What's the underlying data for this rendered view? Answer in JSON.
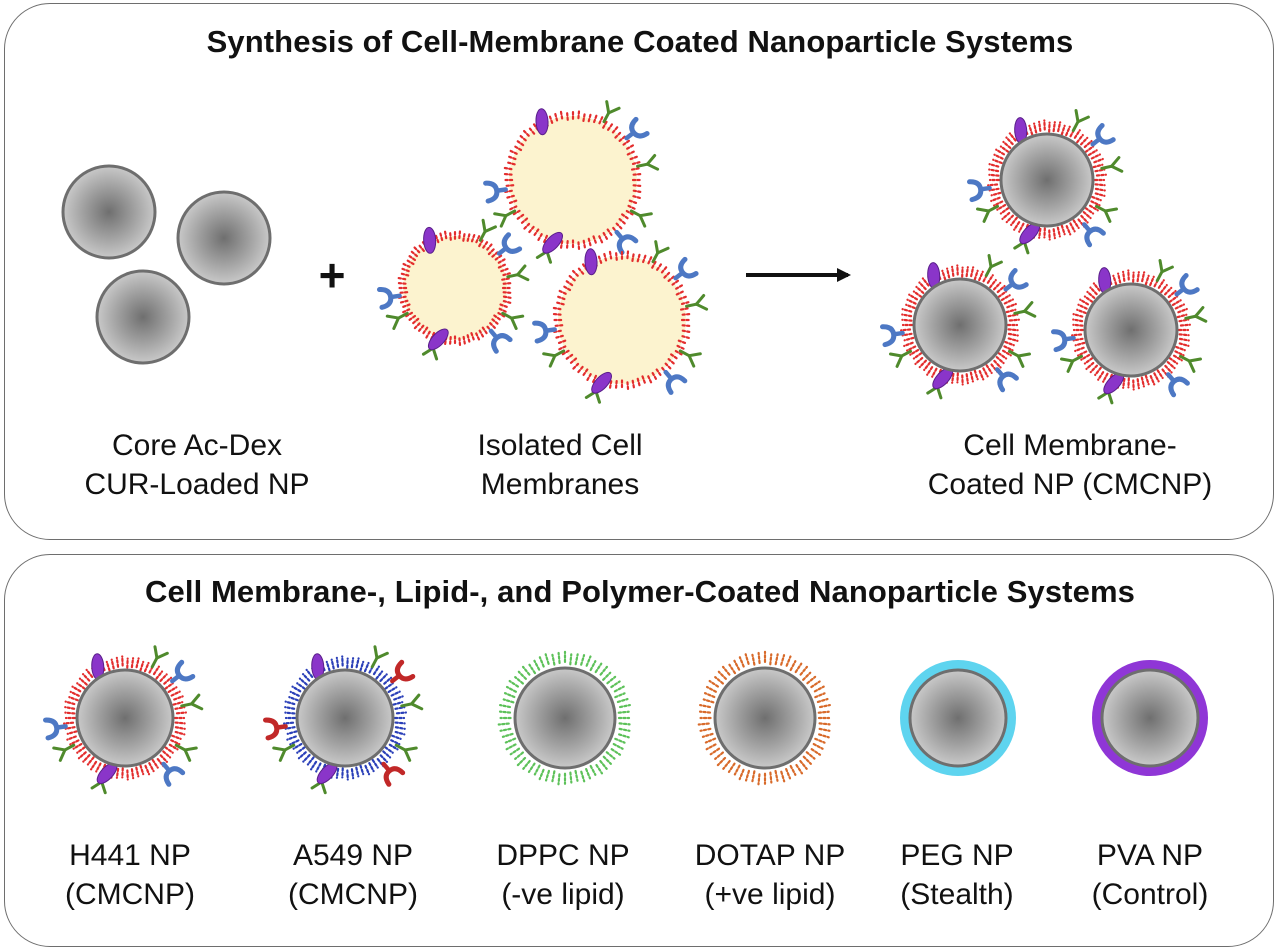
{
  "panel_top": {
    "title": "Synthesis of Cell-Membrane Coated Nanoparticle Systems",
    "operator_plus": "+",
    "step_labels": [
      {
        "line1": "Core Ac-Dex",
        "line2": "CUR-Loaded NP"
      },
      {
        "line1": "Isolated Cell",
        "line2": "Membranes"
      },
      {
        "line1": "Cell Membrane-",
        "line2": "Coated NP (CMCNP)"
      }
    ]
  },
  "panel_bottom": {
    "title": "Cell Membrane-, Lipid-, and Polymer-Coated Nanoparticle Systems",
    "systems": [
      {
        "line1": "H441 NP",
        "line2": "(CMCNP)"
      },
      {
        "line1": "A549 NP",
        "line2": "(CMCNP)"
      },
      {
        "line1": "DPPC NP",
        "line2": "(-ve lipid)"
      },
      {
        "line1": "DOTAP NP",
        "line2": "(+ve lipid)"
      },
      {
        "line1": "PEG NP",
        "line2": "(Stealth)"
      },
      {
        "line1": "PVA NP",
        "line2": "(Control)"
      }
    ]
  },
  "colors": {
    "core_grey": "#9a9a9a",
    "membrane_fill": "#fcf3cf",
    "lipid_red": "#e32d2d",
    "lipid_blue": "#2a3fb8",
    "lipid_green": "#5dc159",
    "lipid_orange": "#d86a2a",
    "receptor_blue": "#4d78c4",
    "receptor_red": "#c12828",
    "receptor_green": "#4f8a2c",
    "protein_purple": "#8a35c9",
    "peg_cyan": "#5ed4ef",
    "pva_purple": "#8f36d6"
  }
}
